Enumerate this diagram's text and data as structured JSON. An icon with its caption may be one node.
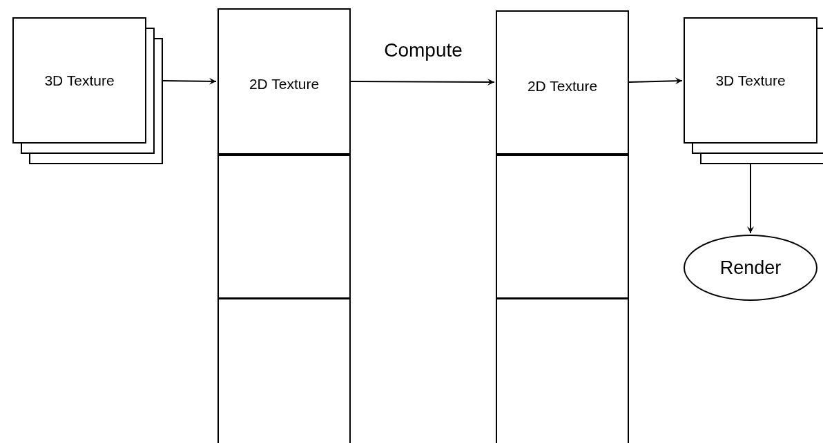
{
  "diagram": {
    "nodes": [
      {
        "text": [
          "3D Texture"
        ]
      },
      {
        "text": [
          "2D Texture"
        ]
      },
      {
        "text": [],
        "shape": "box"
      },
      {
        "text": [],
        "shape": "box"
      },
      {
        "text": [
          "2D Texture"
        ]
      },
      {
        "text": [],
        "shape": "box"
      },
      {
        "text": [],
        "shape": "box"
      },
      {
        "text": [
          "3D Texture"
        ]
      },
      {
        "text": [
          "Render"
        ]
      }
    ],
    "edges": [
      {
        "from": 0,
        "to": 1,
        "arrow": "to"
      },
      {
        "from": 1,
        "to": 4,
        "arrow": "to",
        "label": "Compute"
      },
      {
        "from": 4,
        "to": 7,
        "arrow": "to"
      },
      {
        "from": 7,
        "to": 8,
        "arrow": "to"
      }
    ]
  }
}
